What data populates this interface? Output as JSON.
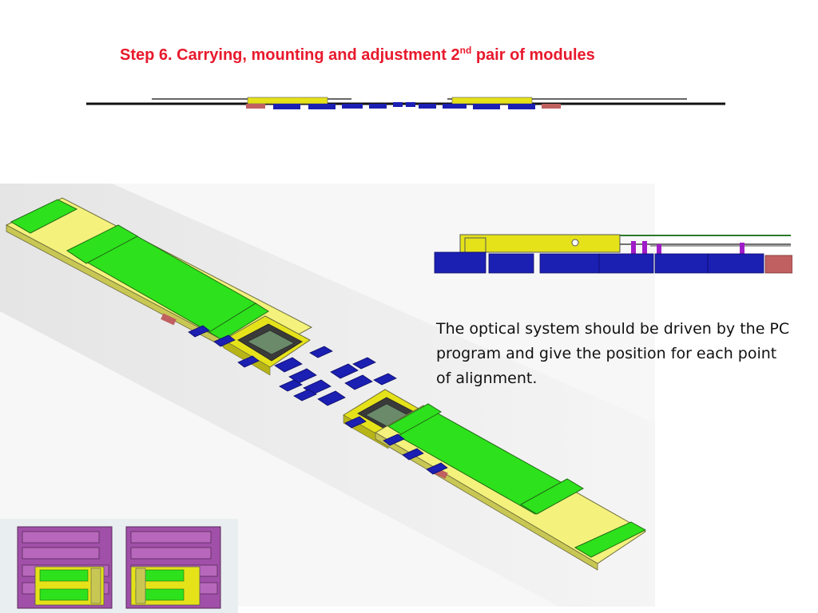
{
  "slide": {
    "title_main": "Step 6. Carrying, mounting and adjustment 2",
    "title_sup": "nd",
    "title_tail": " pair of modules",
    "body_text": "The optical system should be driven by the PC program and give the position for each point of alignment."
  },
  "colors": {
    "title": "#e8192c",
    "module_green": "#2de21c",
    "frame_yellow": "#f4f27c",
    "mount_yellow": "#e5e21a",
    "block_blue": "#1b1fb2",
    "pin_magenta": "#a01cc8",
    "pad_red": "#c06060",
    "panel_purple": "#a050a8"
  }
}
